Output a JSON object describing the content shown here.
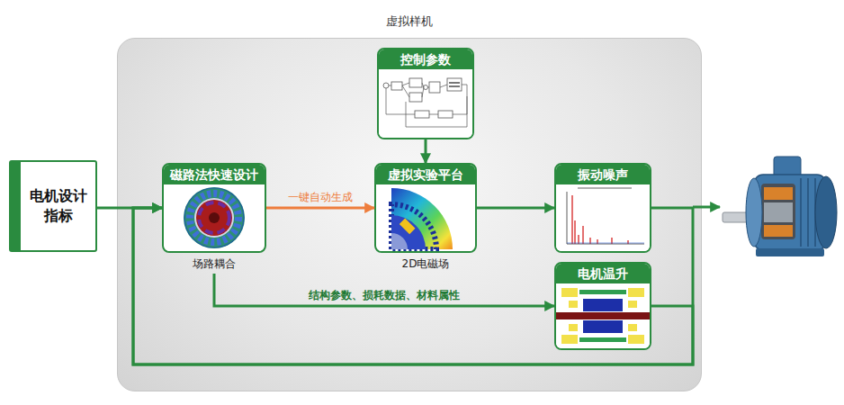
{
  "diagram": {
    "nodes": [
      {
        "text": [
          "虚拟样机"
        ]
      },
      {
        "text": [
          "电机设计指标"
        ]
      },
      {
        "text": [
          "控制参数"
        ],
        "in": 0
      },
      {
        "text": [
          "磁路法快速设计",
          "场路耦合"
        ],
        "in": 0
      },
      {
        "text": [
          "虚拟实验平台",
          "2D电磁场"
        ],
        "in": 0
      },
      {
        "text": [
          "振动噪声"
        ],
        "in": 0
      },
      {
        "text": [
          "电机温升"
        ],
        "in": 0
      }
    ],
    "edges": [
      {
        "from": 1,
        "to": 3,
        "arrow": "to"
      },
      {
        "from": 3,
        "to": 4,
        "arrow": "to",
        "label": "一键自动生成"
      },
      {
        "from": 2,
        "to": 4,
        "arrow": "to"
      },
      {
        "from": 4,
        "to": 5,
        "arrow": "to"
      },
      {
        "from": 3,
        "to": 6,
        "arrow": "to",
        "label": "结构参数、损耗数据、材料属性"
      },
      {
        "from": 5,
        "to": 3,
        "arrow": "to"
      },
      {
        "from": 6,
        "to": 3,
        "arrow": "to"
      }
    ]
  }
}
